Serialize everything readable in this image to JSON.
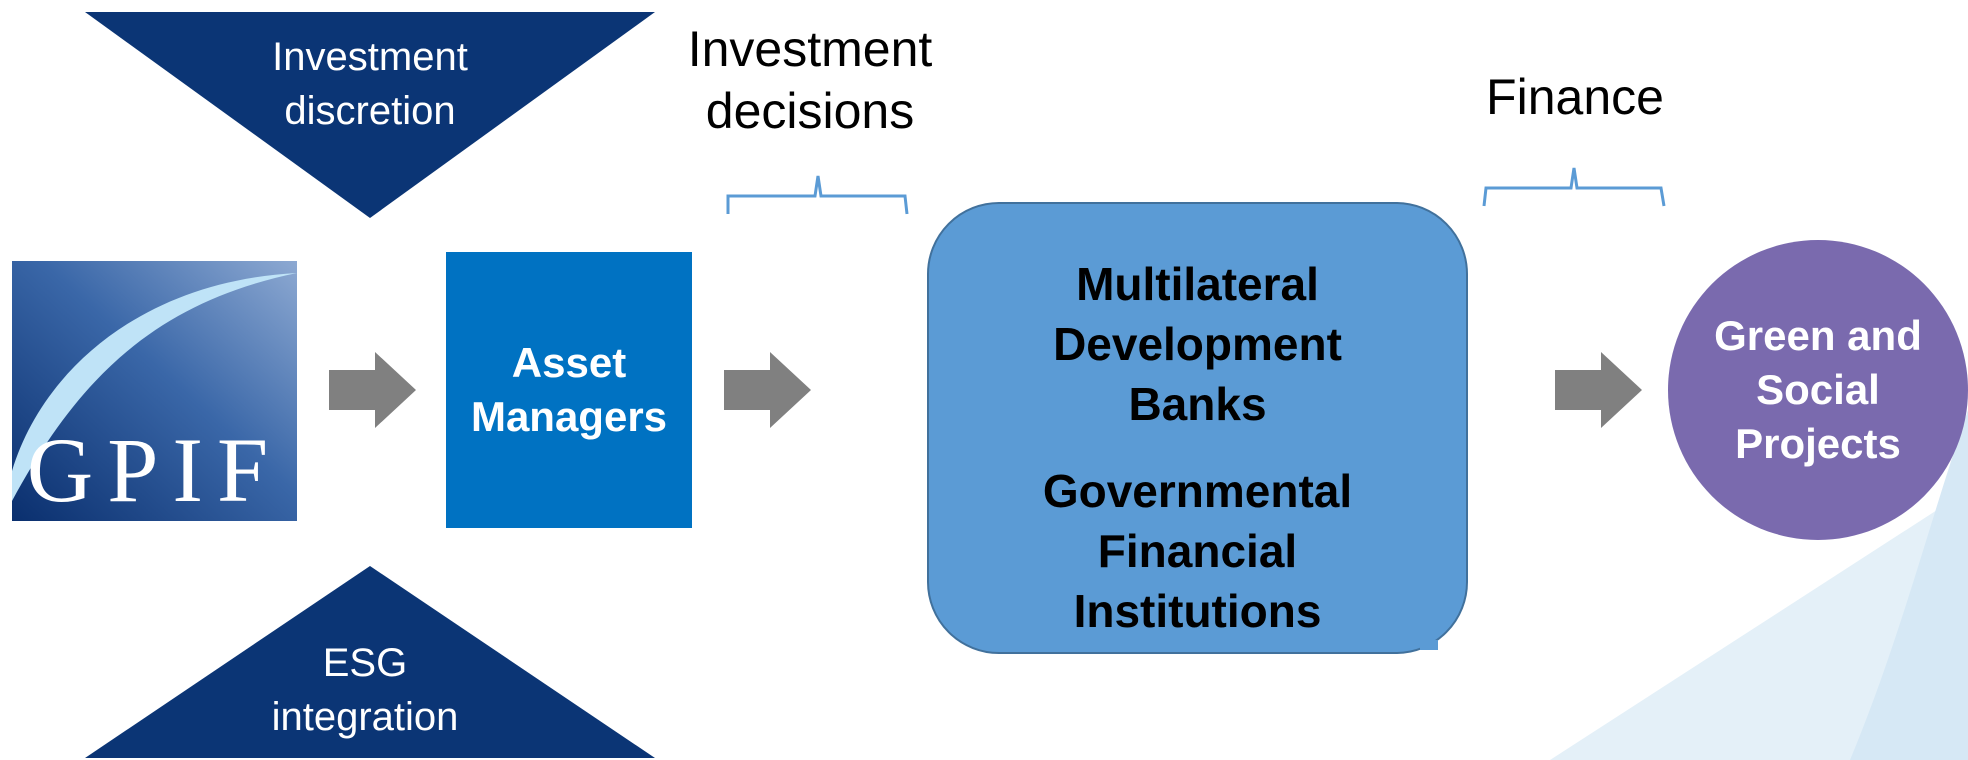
{
  "colors": {
    "navy": "#0B3575",
    "asset_blue": "#0072C2",
    "box_blue": "#5B9BD5",
    "box_border": "#41719C",
    "purple": "#7A6AAE",
    "arrow_gray": "#808080",
    "bracket_blue": "#5B9BD5",
    "bg_corner": "#E4F0F8"
  },
  "top_triangle": {
    "lines": [
      "Investment",
      "discretion"
    ]
  },
  "bottom_triangle": {
    "lines": [
      "ESG",
      "integration"
    ]
  },
  "logo": {
    "text": "GPIF"
  },
  "asset_managers": {
    "lines": [
      "Asset",
      "Managers"
    ]
  },
  "investment_decisions": {
    "lines": [
      "Investment",
      "decisions"
    ]
  },
  "finance": {
    "label": "Finance"
  },
  "institutions_box": {
    "group1": [
      "Multilateral",
      "Development",
      "Banks"
    ],
    "group2": [
      "Governmental",
      "Financial",
      "Institutions"
    ]
  },
  "projects_circle": {
    "lines": [
      "Green and",
      "Social",
      "Projects"
    ]
  },
  "arrows": [
    "right-arrow",
    "right-arrow",
    "right-arrow"
  ]
}
